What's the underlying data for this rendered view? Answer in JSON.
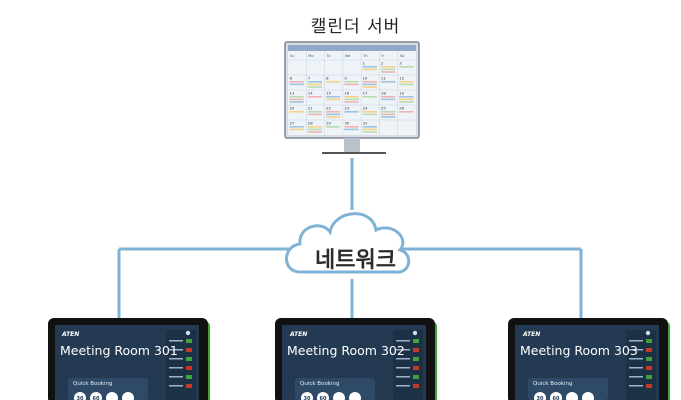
{
  "server": {
    "title": "캘린더 서버",
    "weekdays": [
      "Su",
      "Mo",
      "Tu",
      "We",
      "Th",
      "Fr",
      "Sa"
    ],
    "weeks": [
      [
        "",
        "",
        "",
        "",
        "1",
        "2",
        "3"
      ],
      [
        "6",
        "7",
        "8",
        "9",
        "10",
        "11",
        "12"
      ],
      [
        "13",
        "14",
        "15",
        "16",
        "17",
        "18",
        "19"
      ],
      [
        "20",
        "21",
        "22",
        "23",
        "24",
        "25",
        "26"
      ],
      [
        "27",
        "28",
        "29",
        "30",
        "31",
        "",
        ""
      ]
    ]
  },
  "network": {
    "label": "네트워크"
  },
  "panels": [
    {
      "brand": "ATEN",
      "room": "Meeting Room 301",
      "quick_booking": "Quick Booking",
      "buttons": [
        "30",
        "60",
        "",
        ""
      ]
    },
    {
      "brand": "ATEN",
      "room": "Meeting Room 302",
      "quick_booking": "Quick Booking",
      "buttons": [
        "30",
        "60",
        "",
        ""
      ]
    },
    {
      "brand": "ATEN",
      "room": "Meeting Room 303",
      "quick_booking": "Quick Booking",
      "buttons": [
        "30",
        "60",
        "",
        ""
      ]
    }
  ],
  "colors": {
    "connector": "#7fb3d5",
    "panel_bezel": "#111111",
    "panel_accent": "#3fa33a",
    "panel_screen": "#233a52",
    "calendar_header": "#8fa8c8"
  }
}
